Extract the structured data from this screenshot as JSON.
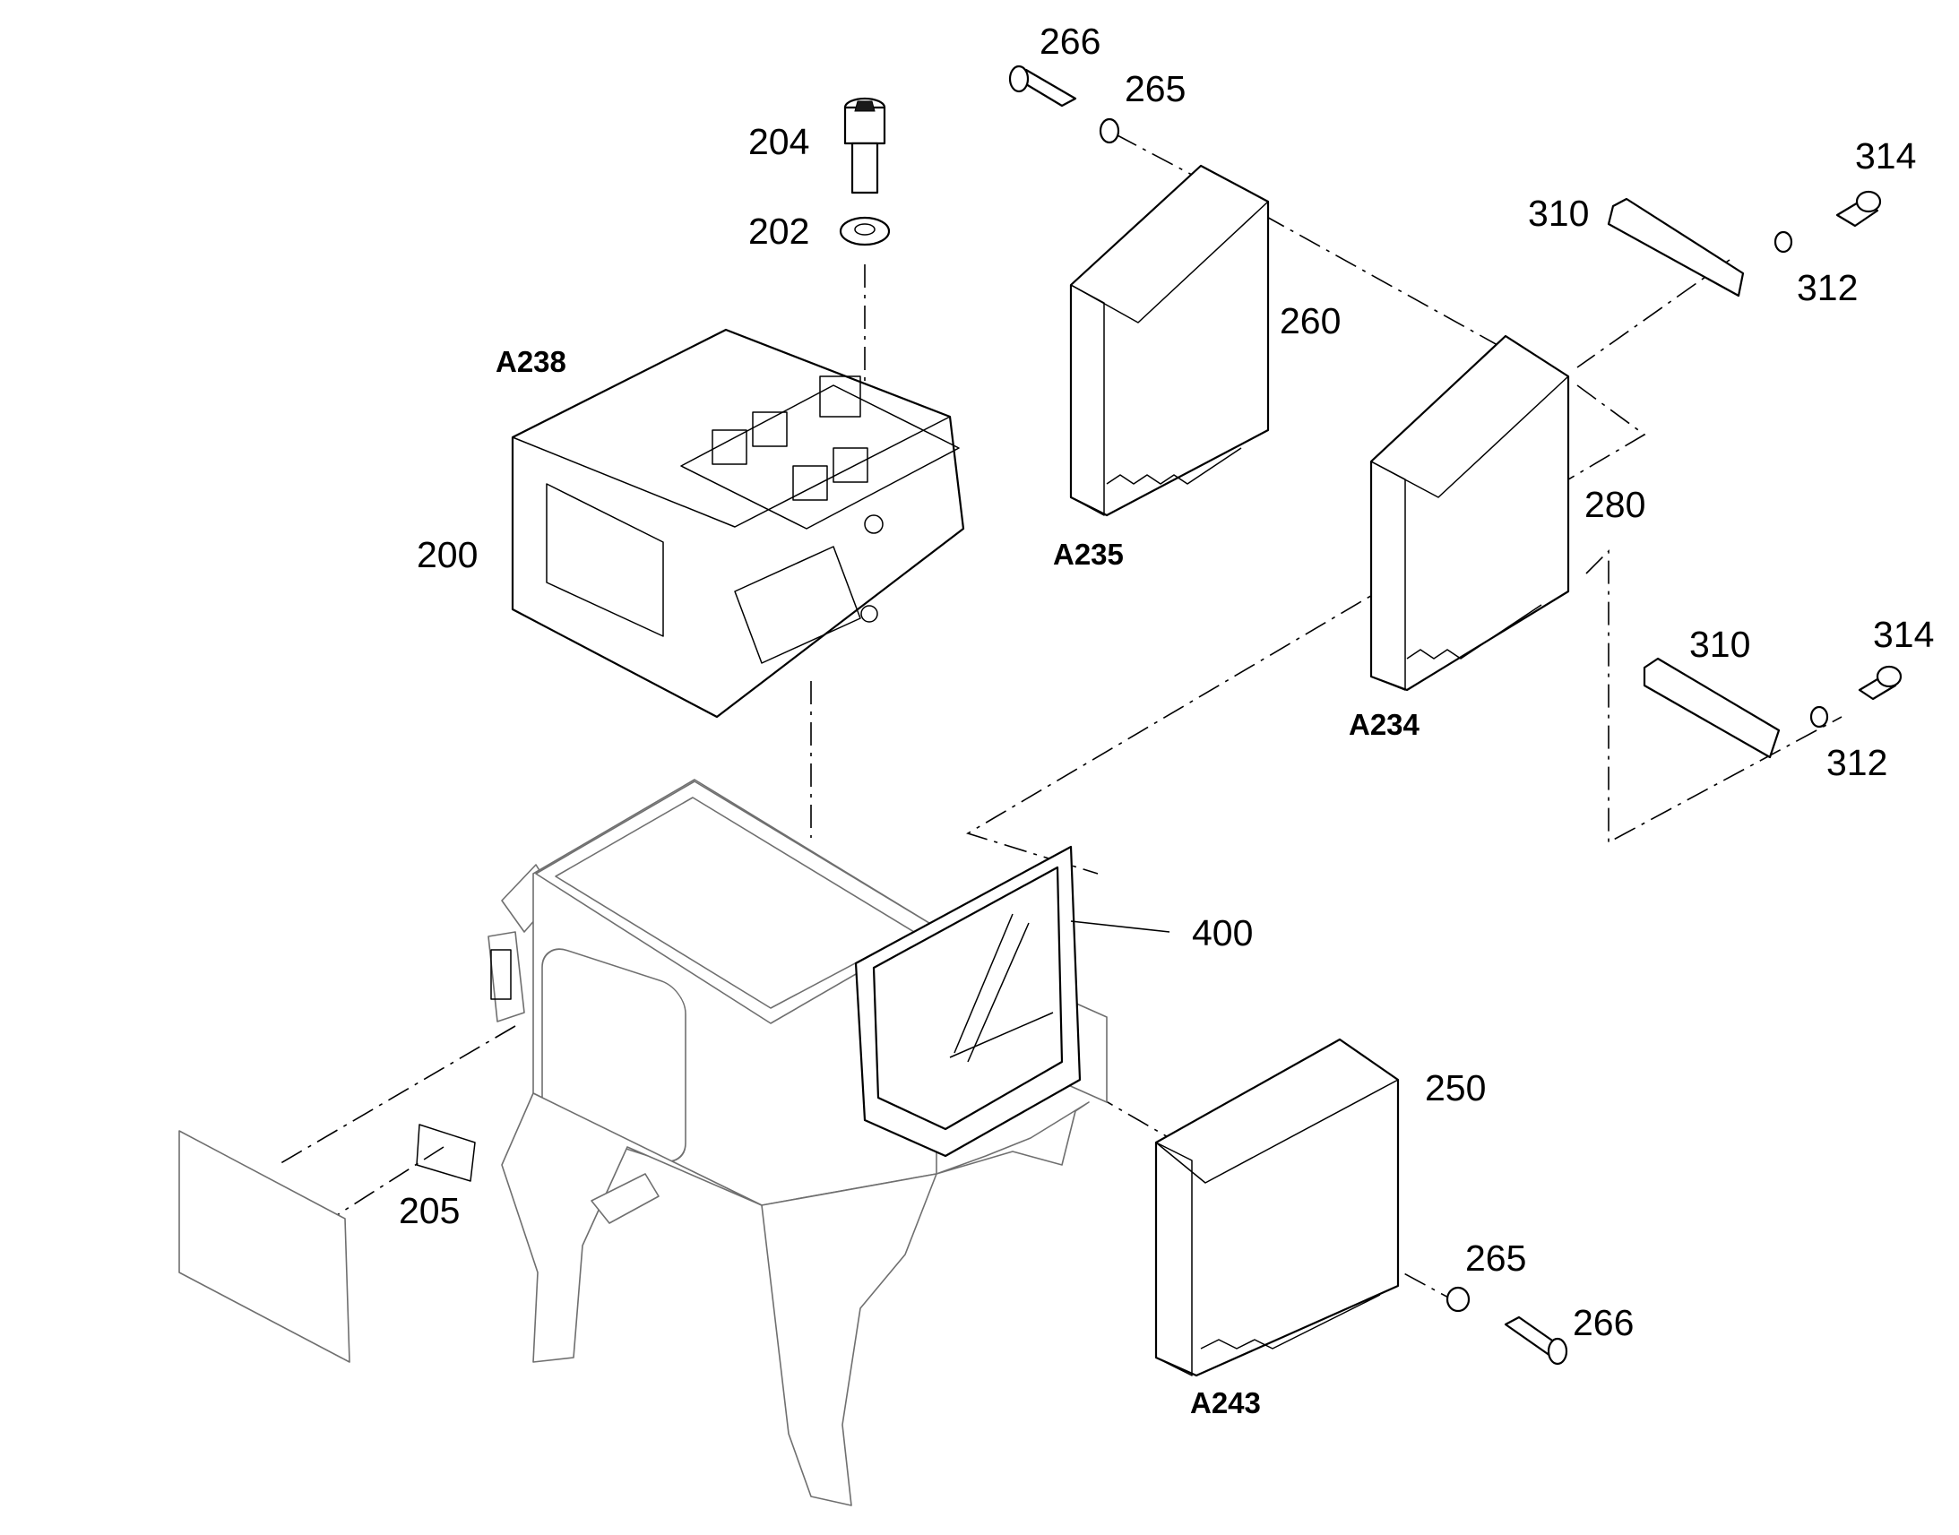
{
  "callouts": {
    "c266_top": "266",
    "c265_top": "265",
    "c204": "204",
    "c202": "202",
    "c314_top": "314",
    "c310_top": "310",
    "c312_top": "312",
    "c260": "260",
    "c280": "280",
    "c200": "200",
    "c310_bottom": "310",
    "c314_bottom": "314",
    "c312_bottom": "312",
    "c400": "400",
    "c250": "250",
    "c205": "205",
    "c265_bottom": "265",
    "c266_bottom": "266"
  },
  "references": {
    "a238": "A238",
    "a235": "A235",
    "a234": "A234",
    "a243": "A243"
  }
}
